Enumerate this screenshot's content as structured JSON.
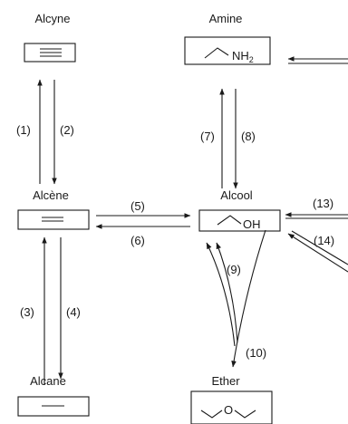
{
  "compounds": {
    "alcyne": {
      "label": "Alcyne"
    },
    "amine": {
      "label": "Amine",
      "group": "NH",
      "group_sub": "2"
    },
    "alcene": {
      "label": "Alcène"
    },
    "alcool": {
      "label": "Alcool",
      "group": "OH"
    },
    "alcane": {
      "label": "Alcane"
    },
    "ether": {
      "label": "Ether",
      "group": "O"
    }
  },
  "reactions": {
    "r1": "(1)",
    "r2": "(2)",
    "r3": "(3)",
    "r4": "(4)",
    "r5": "(5)",
    "r6": "(6)",
    "r7": "(7)",
    "r8": "(8)",
    "r9": "(9)",
    "r10": "(10)",
    "r13": "(13)",
    "r14": "(14)"
  }
}
